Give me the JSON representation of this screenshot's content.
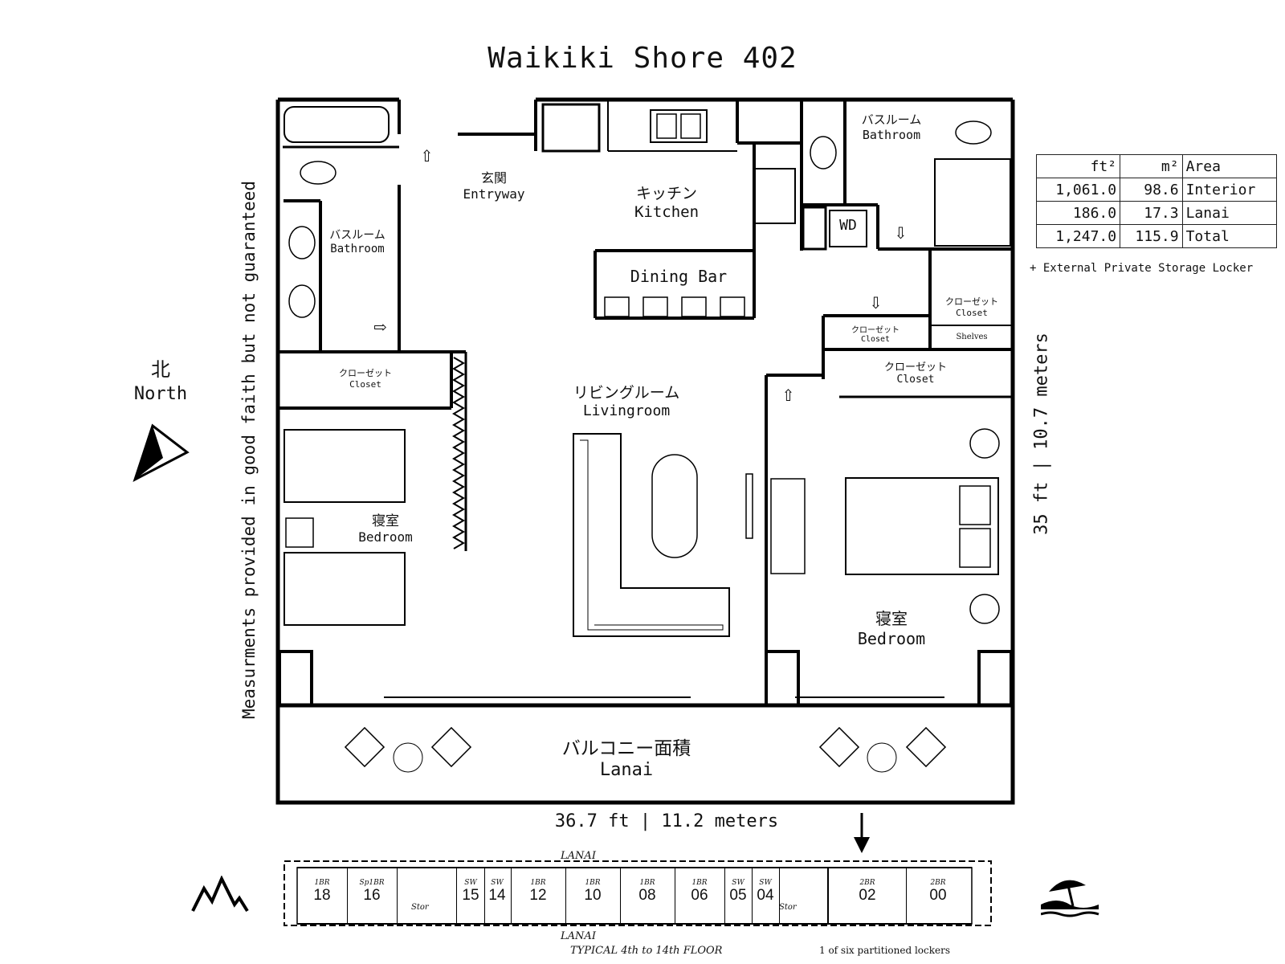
{
  "title": "Waikiki Shore 402",
  "disclaimer": "Measurments provided in good faith but not guaranteed",
  "compass": {
    "jp": "北",
    "en": "North"
  },
  "dims": {
    "width": "36.7 ft | 11.2 meters",
    "height": "35 ft | 10.7 meters"
  },
  "area_table": {
    "headers": [
      "ft²",
      "m²",
      "Area"
    ],
    "rows": [
      [
        "1,061.0",
        "98.6",
        "Interior"
      ],
      [
        "186.0",
        "17.3",
        "Lanai"
      ],
      [
        "1,247.0",
        "115.9",
        "Total"
      ]
    ]
  },
  "storage_note": "+ External Private Storage Locker",
  "rooms": {
    "entry": {
      "jp": "玄関",
      "en": "Entryway"
    },
    "kitchen": {
      "jp": "キッチン",
      "en": "Kitchen"
    },
    "dining": {
      "en": "Dining Bar"
    },
    "bath_left": {
      "jp": "バスルーム",
      "en": "Bathroom"
    },
    "bath_right": {
      "jp": "バスルーム",
      "en": "Bathroom"
    },
    "closet_left": {
      "jp": "クローゼット",
      "en": "Closet"
    },
    "closet_right": {
      "jp": "クローゼット",
      "en": "Closet"
    },
    "closet_small": {
      "jp": "クローゼット",
      "en": "Closet"
    },
    "closet_shelf": {
      "jp": "クローゼット",
      "en": "Closet"
    },
    "shelves": "Shelves",
    "living": {
      "jp": "リビングルーム",
      "en": "Livingroom"
    },
    "bed_left": {
      "jp": "寝室",
      "en": "Bedroom"
    },
    "bed_right": {
      "jp": "寝室",
      "en": "Bedroom"
    },
    "lanai": {
      "jp": "バルコニー面積",
      "en": "Lanai"
    },
    "wd": "WD"
  },
  "key_plan": {
    "lanai_top": "LANAI",
    "lanai_bottom": "LANAI",
    "floor_note": "TYPICAL 4th to 14th FLOOR",
    "locker_note": "1 of six partitioned lockers",
    "stor": "Stor",
    "units": [
      {
        "type": "1BR",
        "num": "18"
      },
      {
        "type": "Sp1BR",
        "num": "16"
      },
      {
        "type": "SW",
        "num": "15"
      },
      {
        "type": "SW",
        "num": "14"
      },
      {
        "type": "1BR",
        "num": "12"
      },
      {
        "type": "1BR",
        "num": "10"
      },
      {
        "type": "1BR",
        "num": "08"
      },
      {
        "type": "1BR",
        "num": "06"
      },
      {
        "type": "SW",
        "num": "05"
      },
      {
        "type": "SW",
        "num": "04"
      },
      {
        "type": "2BR",
        "num": "02"
      },
      {
        "type": "2BR",
        "num": "00"
      }
    ]
  }
}
